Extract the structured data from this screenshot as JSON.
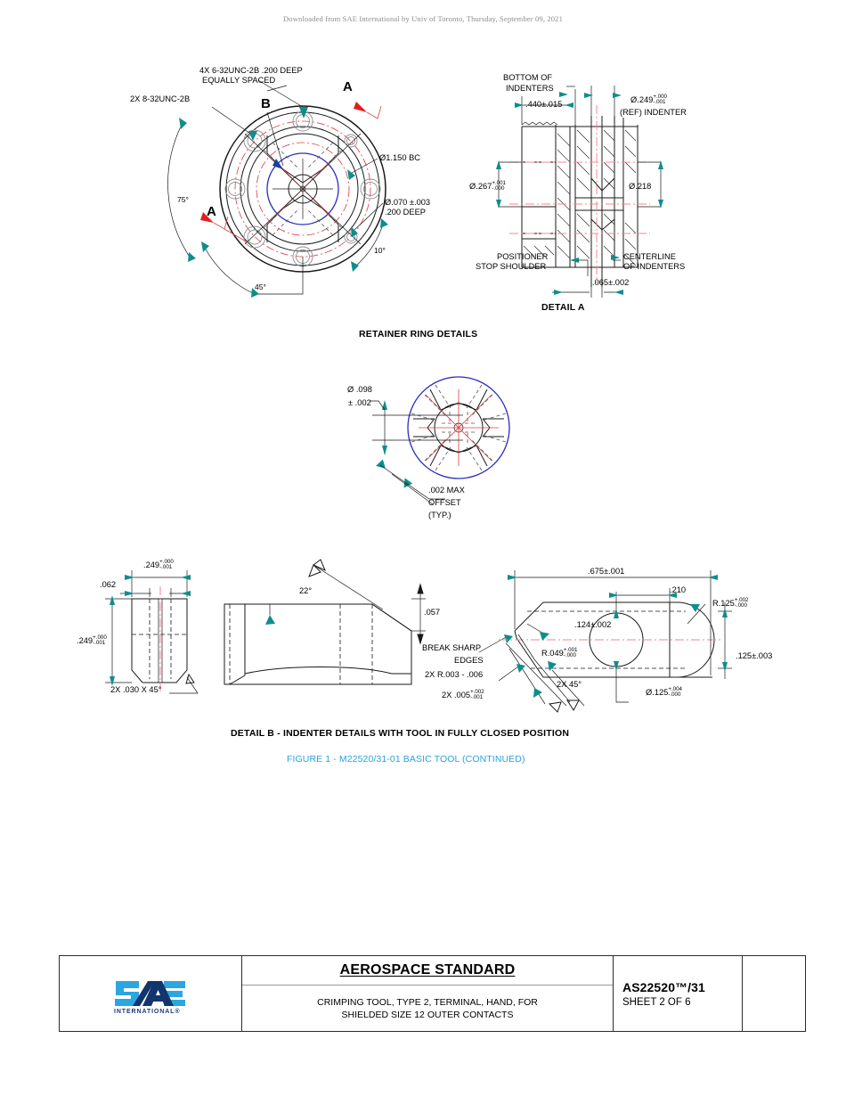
{
  "header": {
    "download_notice": "Downloaded from SAE International by Univ of Toronto, Thursday, September 09, 2021"
  },
  "retainer_ring": {
    "caption": "RETAINER RING DETAILS",
    "labels": {
      "thread_4x": "4X 6-32UNC-2B .200 DEEP",
      "thread_4x_line2": "EQUALLY SPACED",
      "thread_2x": "2X 8-32UNC-2B",
      "section_a_top": "A",
      "section_a_bottom": "A",
      "detail_b_mark": "B",
      "bolt_circle": "Ø1.150 BC",
      "hole_dia": "Ø.070 ±.003",
      "hole_depth": ".200 DEEP",
      "angle_75": "75°",
      "angle_45": "45°",
      "angle_10": "10°"
    }
  },
  "detail_a": {
    "caption": "DETAIL A",
    "labels": {
      "bottom_of_indenters_l1": "BOTTOM OF",
      "bottom_of_indenters_l2": "INDENTERS",
      "dim_440": ".440±.015",
      "dim_249_val": "Ø.249",
      "dim_249_plus": "+.000",
      "dim_249_minus": "-.001",
      "ref_indenter": "(REF) INDENTER",
      "dim_267_val": "Ø.267",
      "dim_267_plus": "+.001",
      "dim_267_minus": "-.000",
      "dim_218": "Ø.218",
      "positioner_l1": "POSITIONER",
      "positioner_l2": "STOP SHOULDER",
      "centerline_l1": "CENTERLINE",
      "centerline_l2": "OF INDENTERS",
      "dim_065": ".065±.002"
    }
  },
  "indenter_face": {
    "labels": {
      "dia_098": "Ø .098",
      "tol_002": "± .002",
      "offset_l1": ".002 MAX",
      "offset_l2": "OFFSET",
      "offset_l3": "(TYP.)"
    }
  },
  "detail_b": {
    "caption": "DETAIL B - INDENTER DETAILS WITH TOOL IN FULLY CLOSED POSITION",
    "figure_caption": "FIGURE 1 - M22520/31-01 BASIC TOOL (CONTINUED)",
    "view_left": {
      "dim_top_val": ".249",
      "dim_top_plus": "+.000",
      "dim_top_minus": "-.001",
      "dim_062": ".062",
      "dim_left_val": ".249",
      "dim_left_plus": "+.000",
      "dim_left_minus": "-.001",
      "chamfer": "2X .030 X 45°"
    },
    "view_mid": {
      "angle_22": "22°",
      "dim_057": ".057",
      "break_l1": "BREAK SHARP",
      "break_l2": "EDGES",
      "break_l3": "2X R.003 - .006",
      "dim_005_val": "2X .005",
      "dim_005_plus": "+.002",
      "dim_005_minus": "-.001"
    },
    "view_right": {
      "dim_675": ".675±.001",
      "dim_210": ".210",
      "rad_125_val": "R.125",
      "rad_125_plus": "+.002",
      "rad_125_minus": "-.000",
      "dim_124": ".124±.002",
      "rad_049_val": "R.049",
      "rad_049_plus": "+.001",
      "rad_049_minus": "-.000",
      "dim_125_tol": ".125±.003",
      "hole_val": "Ø.125",
      "hole_plus": "+.004",
      "hole_minus": "-.000",
      "chamfer": "2X 45°"
    }
  },
  "title_block": {
    "logo_text": "SAE",
    "logo_sub": "INTERNATIONAL®",
    "heading": "AEROSPACE STANDARD",
    "subtitle_l1": "CRIMPING TOOL, TYPE 2, TERMINAL, HAND, FOR",
    "subtitle_l2": "SHIELDED SIZE 12 OUTER CONTACTS",
    "doc_number": "AS22520™/31",
    "sheet": "SHEET 2 OF 6"
  },
  "colors": {
    "accent_blue": "#29a3e0",
    "logo_dark": "#1b3a7a",
    "logo_light": "#2aa6e0",
    "centerline_red": "#e2434a",
    "blue_circle": "#2b2bbf",
    "teal_arrow": "#0f8d8d"
  }
}
